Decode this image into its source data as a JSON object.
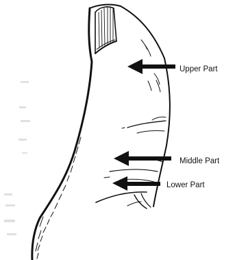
{
  "figure": {
    "labels": {
      "upper": "Upper Part",
      "middle": "Middle Part",
      "lower": "Lower Part"
    },
    "colors": {
      "ink": "#111111",
      "background": "#ffffff"
    }
  }
}
